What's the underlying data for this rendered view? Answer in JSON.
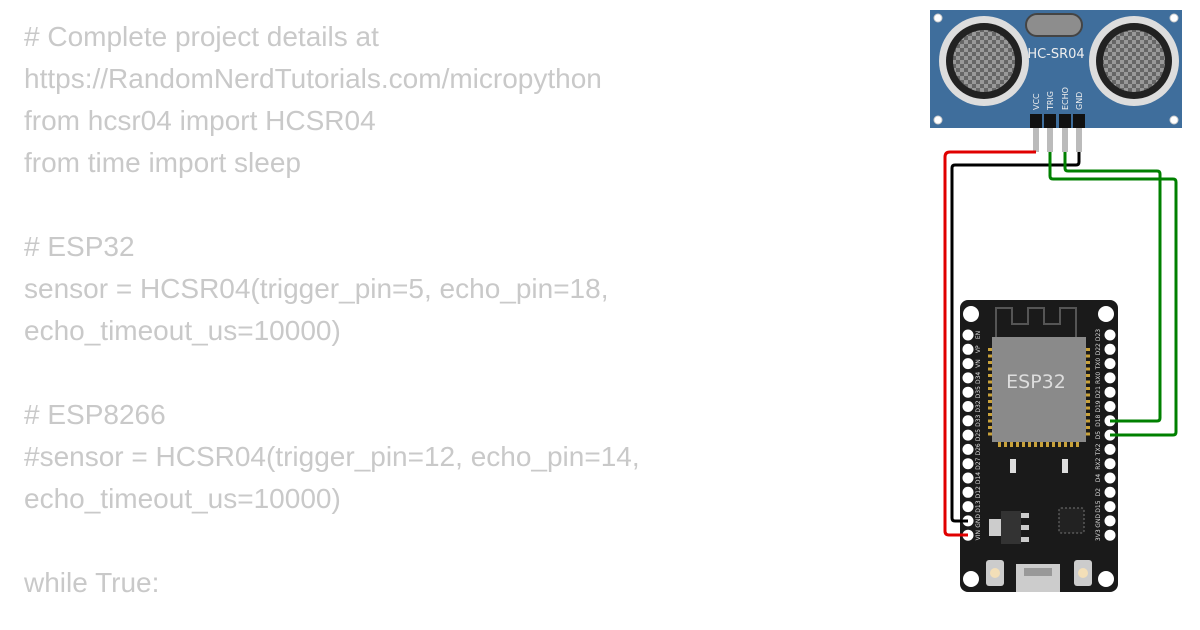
{
  "code_lines": [
    "# Complete project details at https://RandomNerdTutorials.com/micropython",
    "from hcsr04 import HCSR04",
    "from time import sleep",
    "",
    "# ESP32",
    "sensor = HCSR04(trigger_pin=5, echo_pin=18, echo_timeout_us=10000)",
    "",
    "# ESP8266",
    "#sensor = HCSR04(trigger_pin=12, echo_pin=14, echo_timeout_us=10000)",
    "",
    "while True:"
  ],
  "sensor": {
    "label": "HC-SR04",
    "pins": [
      "VCC",
      "TRIG",
      "ECHO",
      "GND"
    ],
    "color": "#3f6e9c"
  },
  "board": {
    "label": "ESP32",
    "left_pins": [
      "EN",
      "VP",
      "VN",
      "D34",
      "D35",
      "D32",
      "D33",
      "D25",
      "D26",
      "D27",
      "D14",
      "D12",
      "D13",
      "GND",
      "VIN"
    ],
    "right_pins": [
      "D23",
      "D22",
      "TX0",
      "RX0",
      "D21",
      "D19",
      "D18",
      "D5",
      "TX2",
      "RX2",
      "D4",
      "D2",
      "D15",
      "GND",
      "3V3"
    ]
  },
  "wires": {
    "power": "#e00000",
    "ground": "#000000",
    "signal": "#008000"
  }
}
